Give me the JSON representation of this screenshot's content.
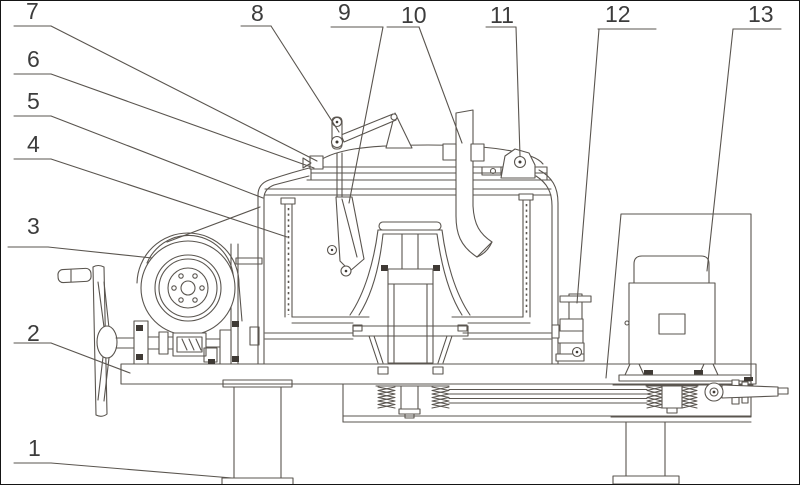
{
  "figure": {
    "kind": "sectional technical drawing of a top-discharge basket centrifuge",
    "background": "#ffffff",
    "line_color": "#5a554f",
    "label_color": "#3c3c3c",
    "border_color": "#151515"
  },
  "callouts": [
    {
      "label": "1"
    },
    {
      "label": "2"
    },
    {
      "label": "3"
    },
    {
      "label": "4"
    },
    {
      "label": "5"
    },
    {
      "label": "6"
    },
    {
      "label": "7"
    },
    {
      "label": "8"
    },
    {
      "label": "9"
    },
    {
      "label": "10"
    },
    {
      "label": "11"
    },
    {
      "label": "12"
    },
    {
      "label": "13"
    }
  ]
}
